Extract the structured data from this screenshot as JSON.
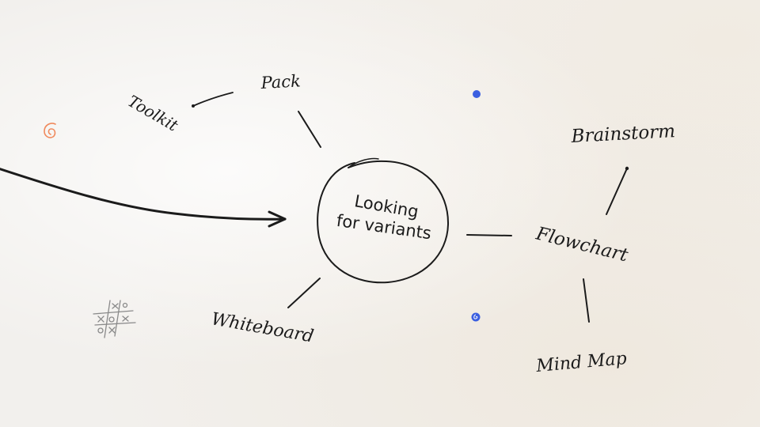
{
  "center": {
    "line1": "Looking",
    "line2": "for variants"
  },
  "branches": {
    "pack": "Pack",
    "toolkit": "Toolkit",
    "brainstorm": "Brainstorm",
    "flowchart": "Flowchart",
    "whiteboard": "Whiteboard",
    "mind_map": "Mind Map"
  },
  "colors": {
    "ink": "#1b1b1b",
    "blue_dot": "#3b5fe0",
    "orange_spiral": "#f08a5d",
    "tictactoe_gray": "#8a8a8a"
  },
  "decorations": {
    "spiral": "orange-spiral-icon",
    "dots": "blue-dot-icon",
    "grid": "tic-tac-toe-doodle-icon"
  }
}
